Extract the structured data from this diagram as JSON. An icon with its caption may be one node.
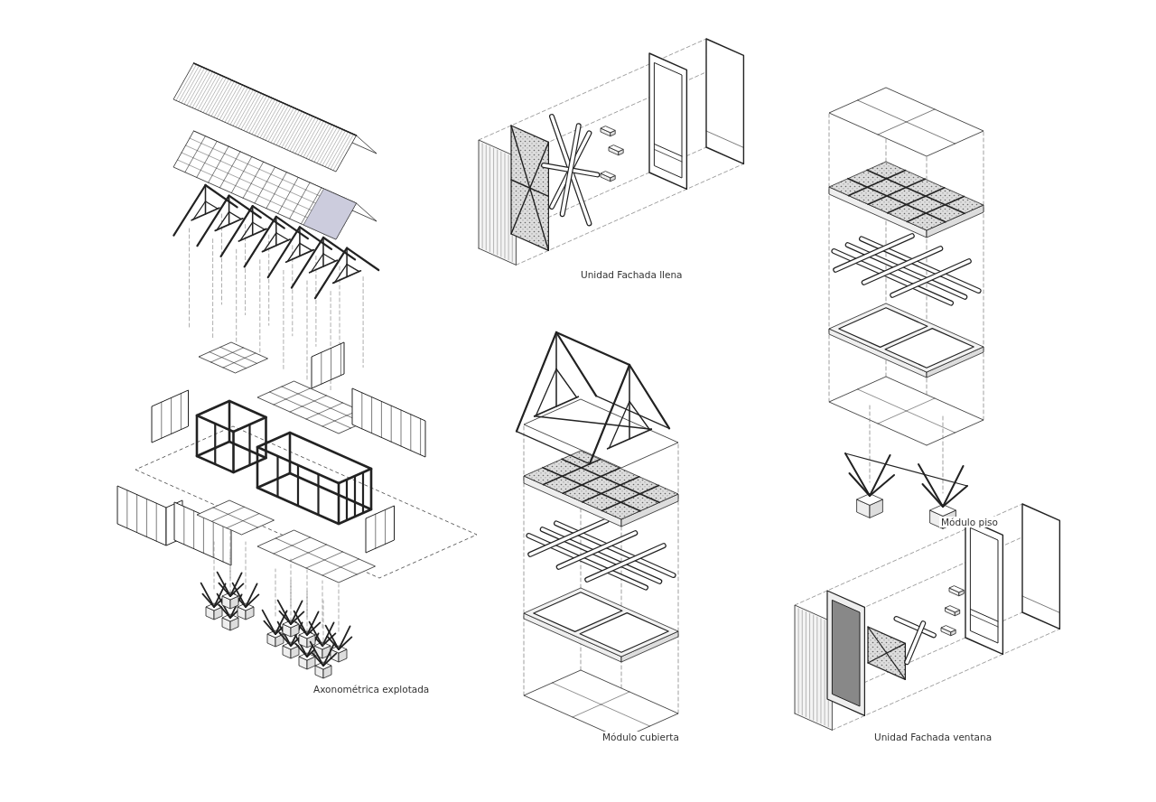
{
  "diagram": {
    "labels": [
      "Axonométrica explotada",
      "Unidad Fachada llena",
      "Módulo cubierta",
      "Módulo piso",
      "Unidad Fachada ventana"
    ]
  }
}
